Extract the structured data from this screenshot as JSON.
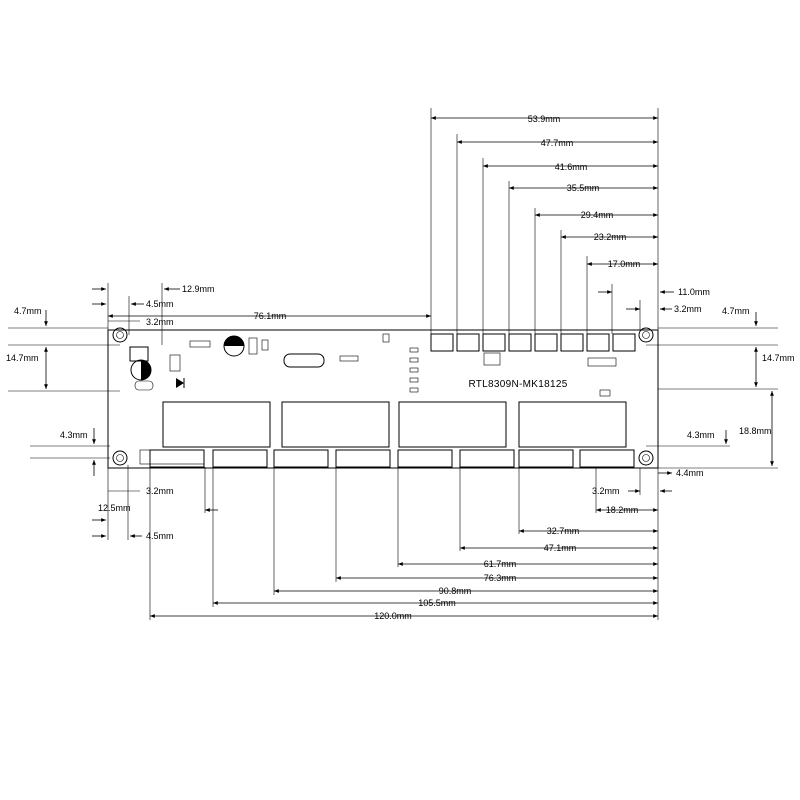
{
  "board": {
    "label": "RTL8309N-MK18125"
  },
  "dimensions": {
    "top": [
      "53.9mm",
      "47.7mm",
      "41.6mm",
      "35.5mm",
      "29.4mm",
      "23.2mm",
      "17.0mm",
      "11.0mm",
      "3.2mm"
    ],
    "top_left": [
      "12.9mm",
      "4.5mm",
      "3.2mm",
      "76.1mm"
    ],
    "left": [
      "4.7mm",
      "14.7mm",
      "4.3mm"
    ],
    "right": [
      "4.7mm",
      "14.7mm",
      "18.8mm",
      "4.3mm",
      "4.4mm"
    ],
    "bottom_left": [
      "3.2mm",
      "12.5mm",
      "4.5mm"
    ],
    "bottom": [
      "3.2mm",
      "18.2mm",
      "32.7mm",
      "47.1mm",
      "61.7mm",
      "76.3mm",
      "90.8mm",
      "105.5mm",
      "120.0mm"
    ]
  }
}
